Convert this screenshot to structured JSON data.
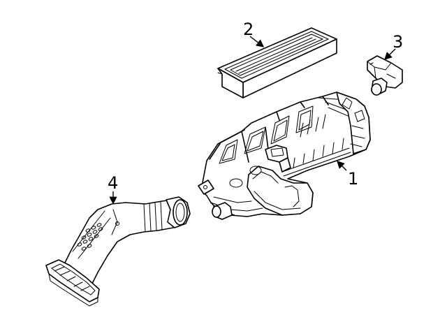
{
  "parts": [
    {
      "id": "housing",
      "label": "1",
      "icon": "air-cleaner-housing-icon"
    },
    {
      "id": "filter",
      "label": "2",
      "icon": "air-filter-element-icon"
    },
    {
      "id": "sensor",
      "label": "3",
      "icon": "mass-airflow-sensor-icon"
    },
    {
      "id": "duct",
      "label": "4",
      "icon": "intake-duct-icon"
    }
  ],
  "colors": {
    "line": "#000000",
    "background": "#ffffff"
  }
}
